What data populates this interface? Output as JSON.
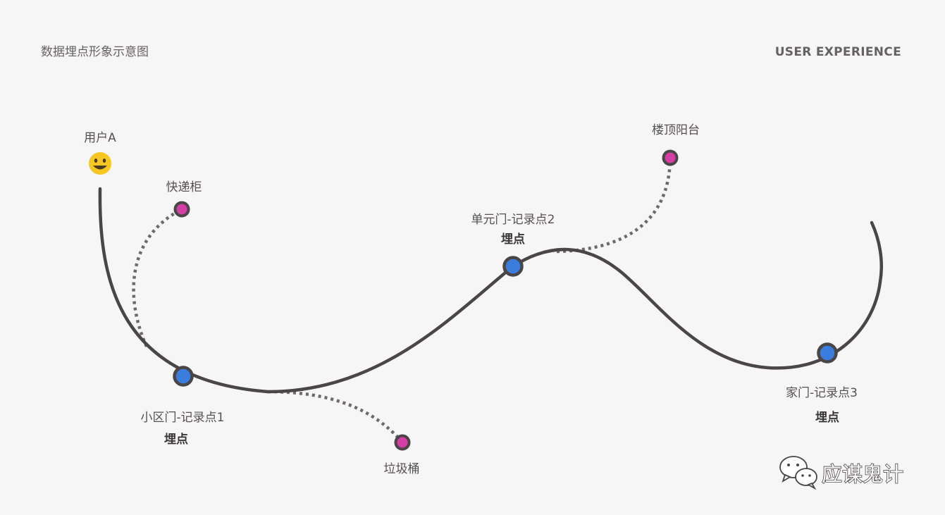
{
  "header": {
    "title": "数据埋点形象示意图",
    "tag": "USER EXPERIENCE"
  },
  "user": {
    "label": "用户A",
    "avatar_icon": "smiley-face-icon"
  },
  "record_points": [
    {
      "name": "小区门-记录点1",
      "tag": "埋点"
    },
    {
      "name": "单元门-记录点2",
      "tag": "埋点"
    },
    {
      "name": "家门-记录点3",
      "tag": "埋点"
    }
  ],
  "side_places": [
    {
      "name": "快递柜"
    },
    {
      "name": "垃圾桶"
    },
    {
      "name": "楼顶阳台"
    }
  ],
  "watermark": {
    "text": "应谋鬼计",
    "icon": "wechat-icon"
  },
  "colors": {
    "background": "#f6f6f6",
    "path": "#4a4546",
    "record_point_fill": "#3b7ddd",
    "side_point_fill": "#d53ea5",
    "text": "#555152",
    "avatar": "#f6c622"
  }
}
